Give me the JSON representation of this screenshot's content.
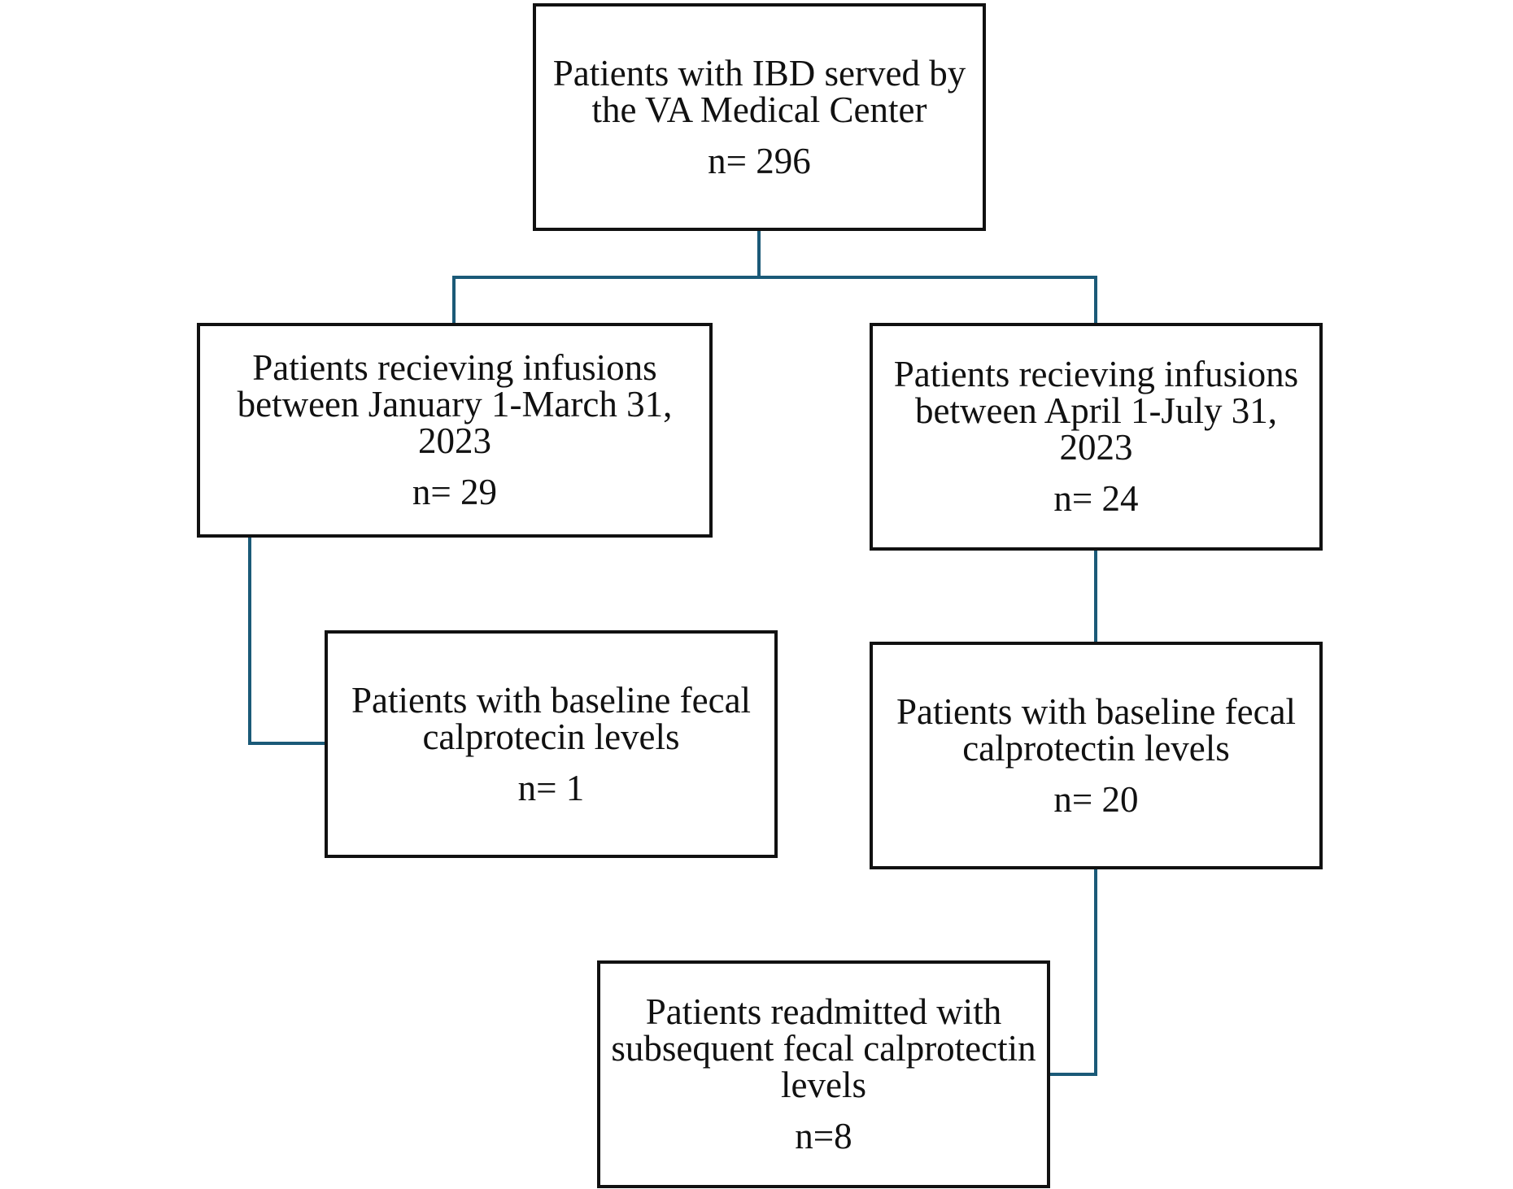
{
  "connector_color": "#1b5a78",
  "box_border_color": "#111111",
  "nodes": {
    "total": {
      "label": "Patients with IBD served by\nthe VA Medical Center",
      "count": "n= 296"
    },
    "jan_mar": {
      "label": "Patients recieving infusions\nbetween January 1-March 31,\n2023",
      "count": "n= 29"
    },
    "apr_jul": {
      "label": "Patients recieving infusions\nbetween April 1-July 31,\n2023",
      "count": "n= 24"
    },
    "baseline_jan_mar": {
      "label": "Patients with baseline fecal\ncalprotecin levels",
      "count": "n= 1"
    },
    "baseline_apr_jul": {
      "label": "Patients with baseline fecal\ncalprotectin levels",
      "count": "n= 20"
    },
    "readmitted": {
      "label": "Patients readmitted with\nsubsequent fecal calprotectin\nlevels",
      "count": "n=8"
    }
  }
}
